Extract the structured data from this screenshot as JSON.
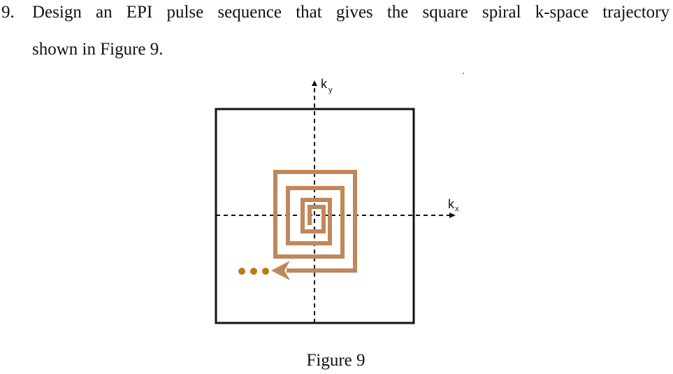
{
  "question": {
    "number": "9.",
    "line1": "Design an EPI pulse sequence that gives the square spiral k-space trajectory",
    "line2": "shown in Figure 9."
  },
  "figure": {
    "ky_label": "k",
    "ky_sub": "y",
    "kx_label": "k",
    "kx_sub": "x",
    "caption": "Figure 9",
    "trajectory_color": "#c0875a",
    "dots_color": "#c07818"
  }
}
